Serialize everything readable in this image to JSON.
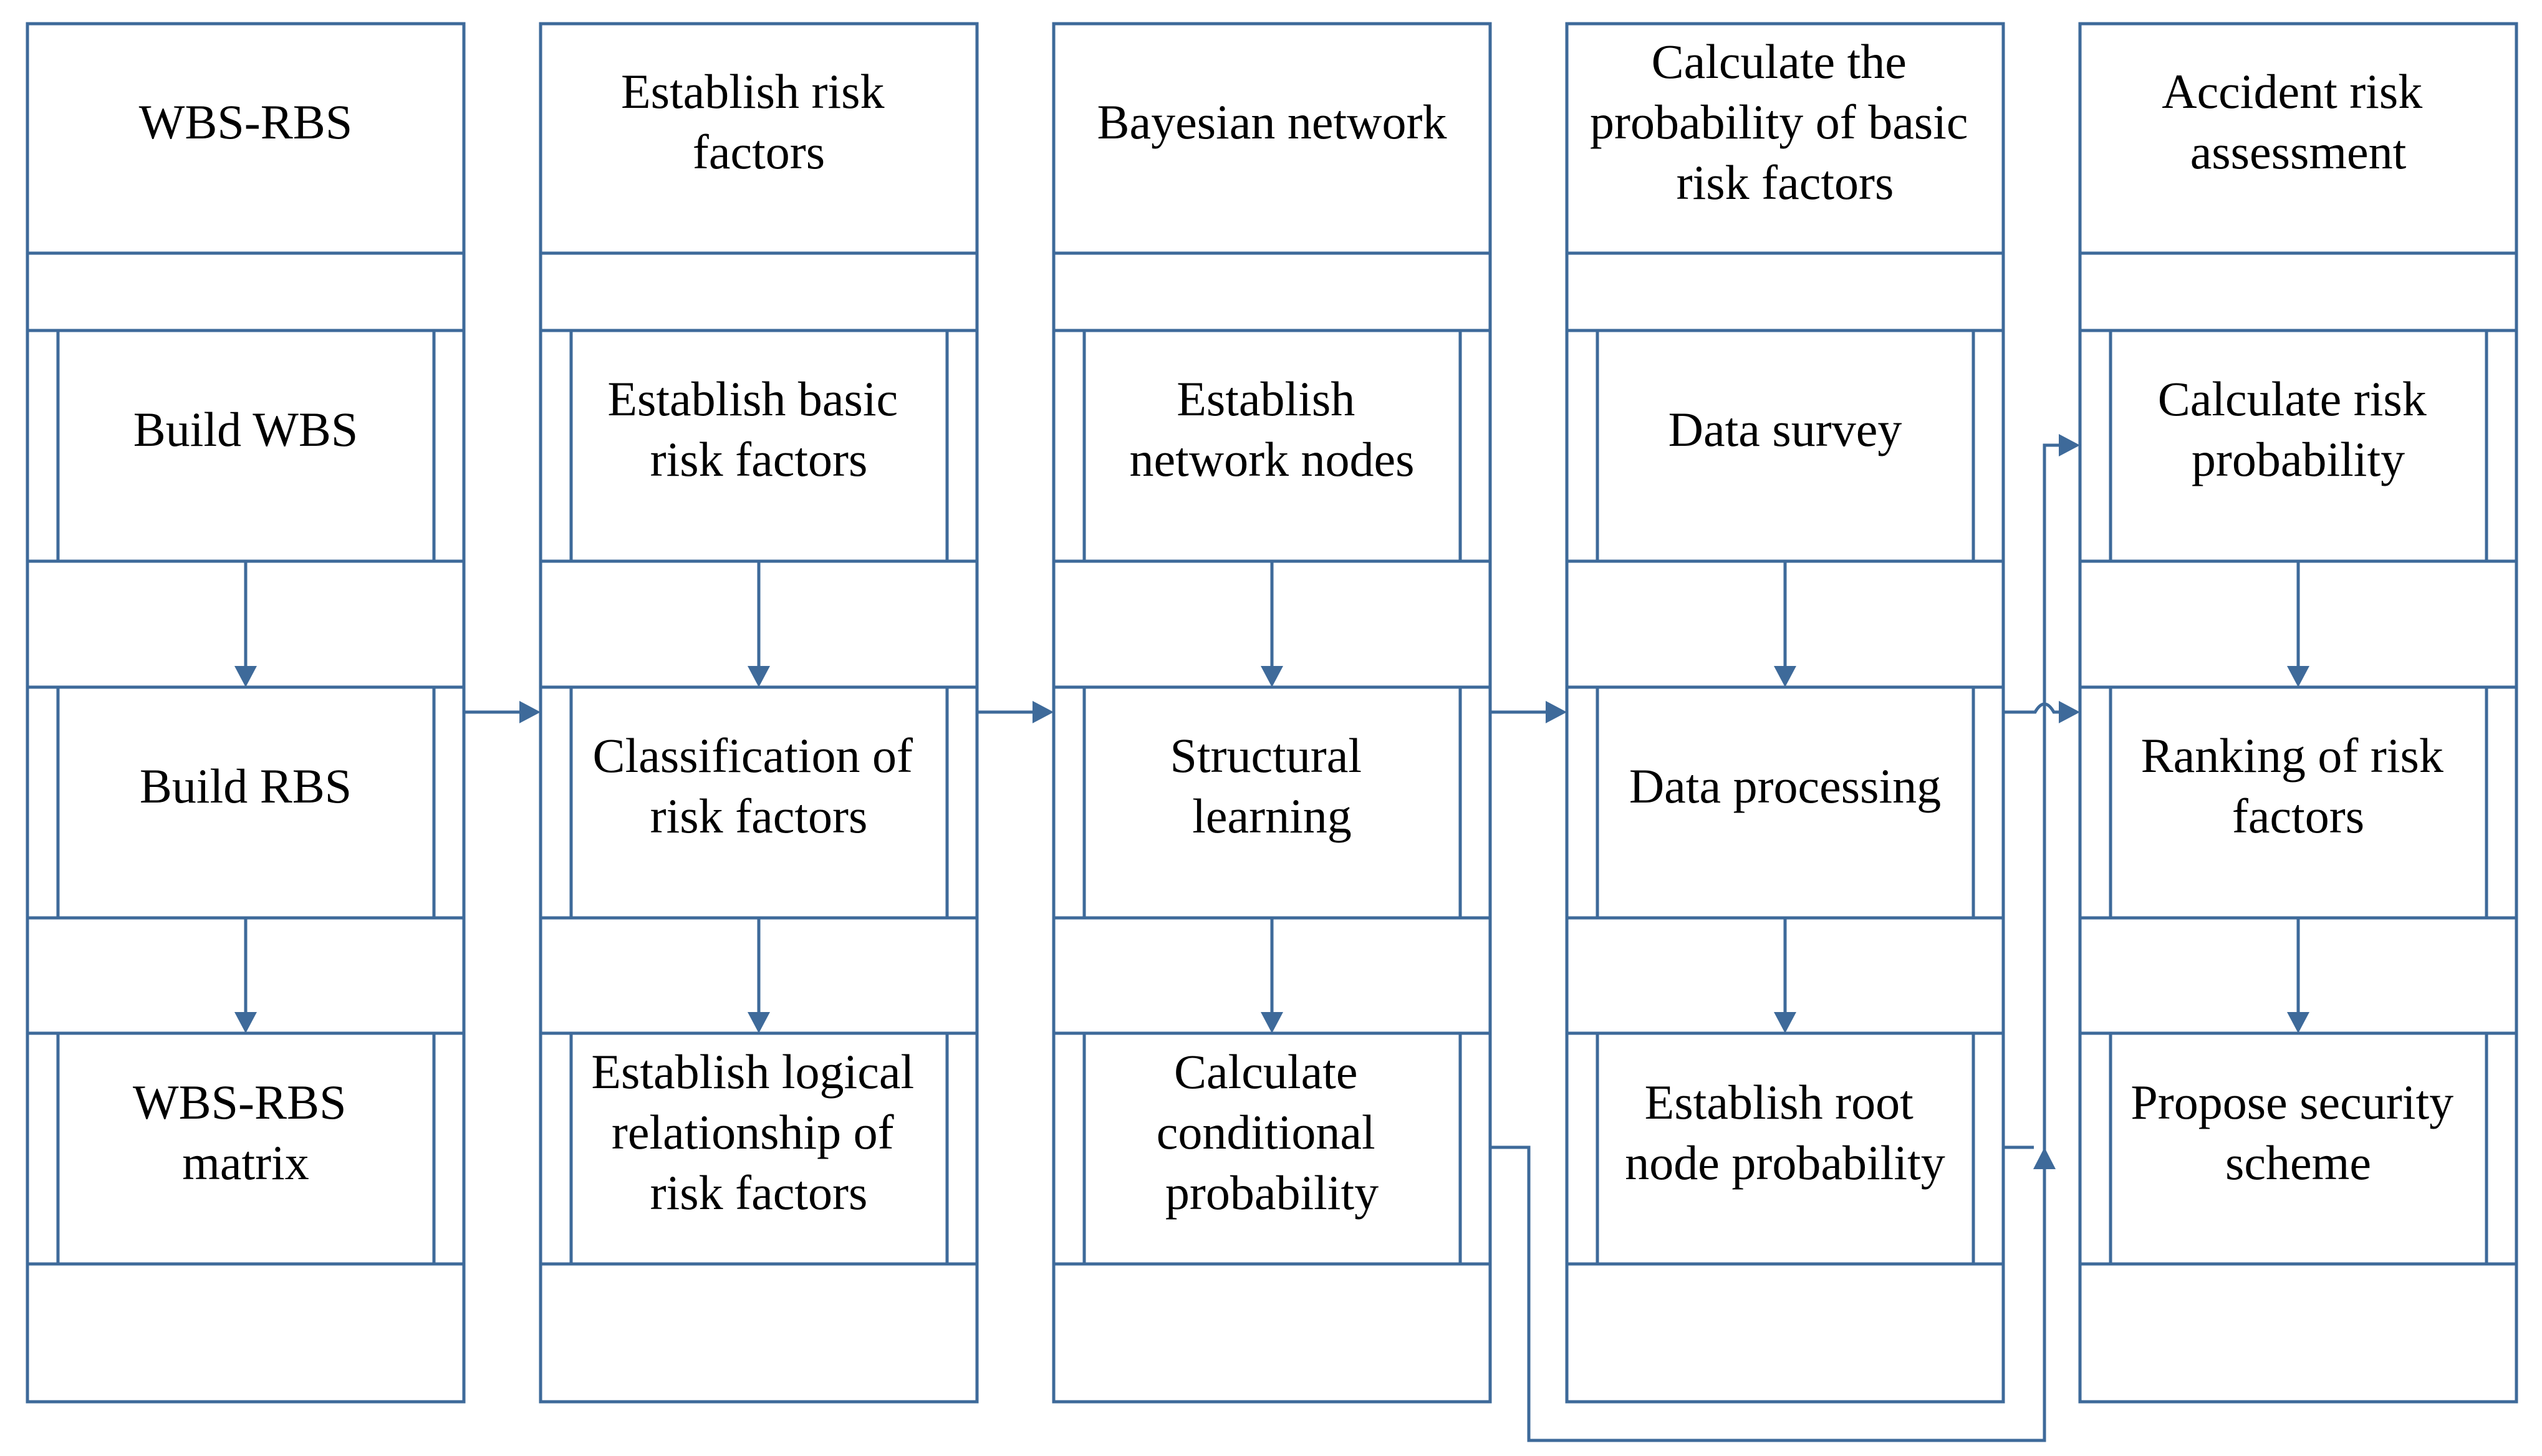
{
  "columns": [
    {
      "header": [
        "WBS-RBS"
      ],
      "steps": [
        [
          "Build WBS"
        ],
        [
          "Build RBS"
        ],
        [
          "WBS-RBS",
          "matrix"
        ]
      ]
    },
    {
      "header": [
        "Establish risk",
        "factors"
      ],
      "steps": [
        [
          "Establish basic",
          "risk factors"
        ],
        [
          "Classification of",
          "risk factors"
        ],
        [
          "Establish logical",
          "relationship of",
          "risk factors"
        ]
      ]
    },
    {
      "header": [
        "Bayesian network"
      ],
      "steps": [
        [
          "Establish",
          "network nodes"
        ],
        [
          "Structural",
          "learning"
        ],
        [
          "Calculate",
          "conditional",
          "probability"
        ]
      ]
    },
    {
      "header": [
        "Calculate the",
        "probability of basic",
        "risk factors"
      ],
      "steps": [
        [
          "Data survey"
        ],
        [
          "Data processing"
        ],
        [
          "Establish root",
          "node probability"
        ]
      ]
    },
    {
      "header": [
        "Accident risk",
        "assessment"
      ],
      "steps": [
        [
          "Calculate risk",
          "probability"
        ],
        [
          "Ranking of risk",
          "factors"
        ],
        [
          "Propose security",
          "scheme"
        ]
      ]
    }
  ],
  "colors": {
    "stroke": "#3e6a9a",
    "text": "#000000",
    "background": "#ffffff"
  }
}
